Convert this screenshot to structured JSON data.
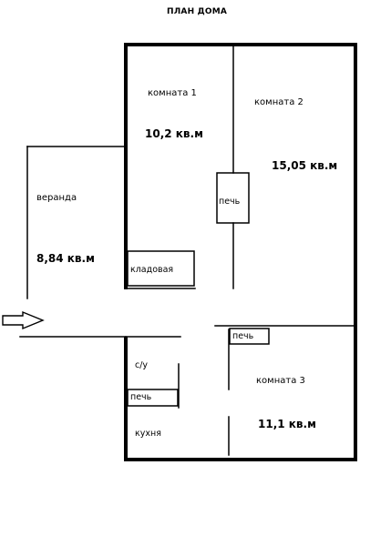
{
  "title": "ПЛАН ДОМА",
  "rooms": {
    "room1": {
      "name": "комната 1",
      "area": "10,2 кв.м"
    },
    "room2": {
      "name": "комната 2",
      "area": "15,05 кв.м"
    },
    "room3": {
      "name": "комната 3",
      "area": "11,1 кв.м"
    },
    "veranda": {
      "name": "веранда",
      "area": "8,84 кв.м"
    },
    "pantry": {
      "name": "кладовая"
    },
    "stove_main": {
      "name": "печь"
    },
    "stove_room3": {
      "name": "печь"
    },
    "stove_kitchen": {
      "name": "печь"
    },
    "bathroom": {
      "name": "с/у"
    },
    "kitchen": {
      "name": "кухня"
    }
  },
  "entrance_icon": "arrow-right-icon"
}
